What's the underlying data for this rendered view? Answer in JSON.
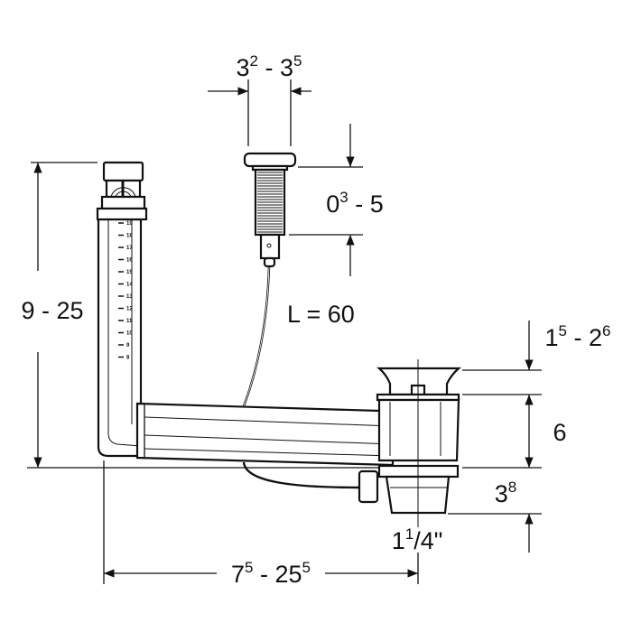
{
  "dimensions": {
    "button_diameter": {
      "base1": "3",
      "sup1": "2",
      "sep": " - ",
      "base2": "3",
      "sup2": "5"
    },
    "button_stroke": {
      "base1": "0",
      "sup1": "3",
      "sep": " - ",
      "base2": "5"
    },
    "cable_length": "L = 60",
    "height_range": "9 - 25",
    "popup_height": {
      "base1": "1",
      "sup1": "5",
      "sep": " - ",
      "base2": "2",
      "sup2": "6"
    },
    "body_height": "6",
    "outlet_height": {
      "base1": "3",
      "sup1": "8"
    },
    "outlet_thread": {
      "base1": "1",
      "sup1": "1",
      "rest": "/4\""
    },
    "horizontal_range": {
      "base1": "7",
      "sup1": "5",
      "sep": " - ",
      "base2": "25",
      "sup2": "5"
    }
  },
  "overflow_scale": [
    "19",
    "18",
    "17",
    "16",
    "15",
    "14",
    "13",
    "12",
    "11",
    "10",
    "9",
    "8"
  ]
}
